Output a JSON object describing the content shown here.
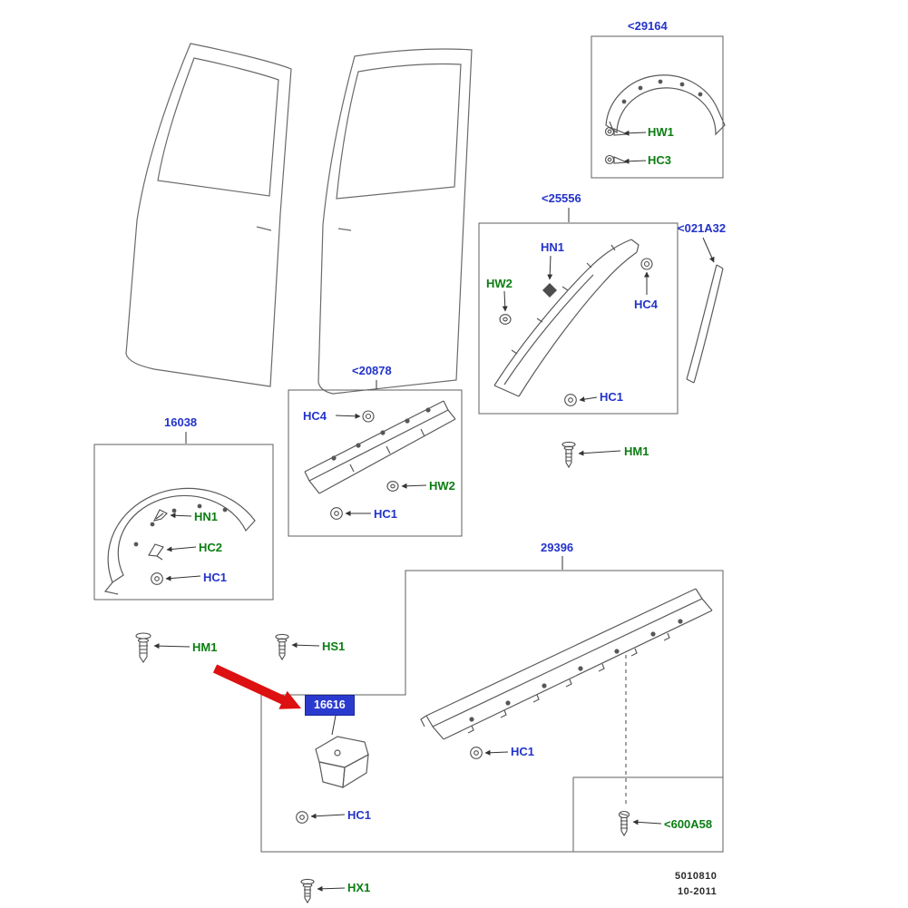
{
  "doc": {
    "number": "5010810",
    "date": "10-2011"
  },
  "colors": {
    "part_link_blue": "#2333cb",
    "part_link_green": "#0b7d12",
    "highlight_bg": "#2b3ace",
    "arrow_red": "#dd1111",
    "line_gray": "#5a5a5a"
  },
  "parts": {
    "p29164": "<29164",
    "p25556": "<25556",
    "p021a32": "<021A32",
    "p20878": "<20878",
    "p16038": "16038",
    "p29396": "29396",
    "p600a58": "<600A58",
    "highlighted": "16616"
  },
  "fasteners": {
    "hw1": "HW1",
    "hc3": "HC3",
    "hn1_a": "HN1",
    "hw2_a": "HW2",
    "hc4_a": "HC4",
    "hc1_a": "HC1",
    "hm1_right": "HM1",
    "hc4_b": "HC4",
    "hw2_b": "HW2",
    "hc1_b": "HC1",
    "hn1_b": "HN1",
    "hc2": "HC2",
    "hc1_c": "HC1",
    "hm1_left": "HM1",
    "hs1": "HS1",
    "hc1_d": "HC1",
    "hc1_e": "HC1",
    "hx1": "HX1"
  }
}
